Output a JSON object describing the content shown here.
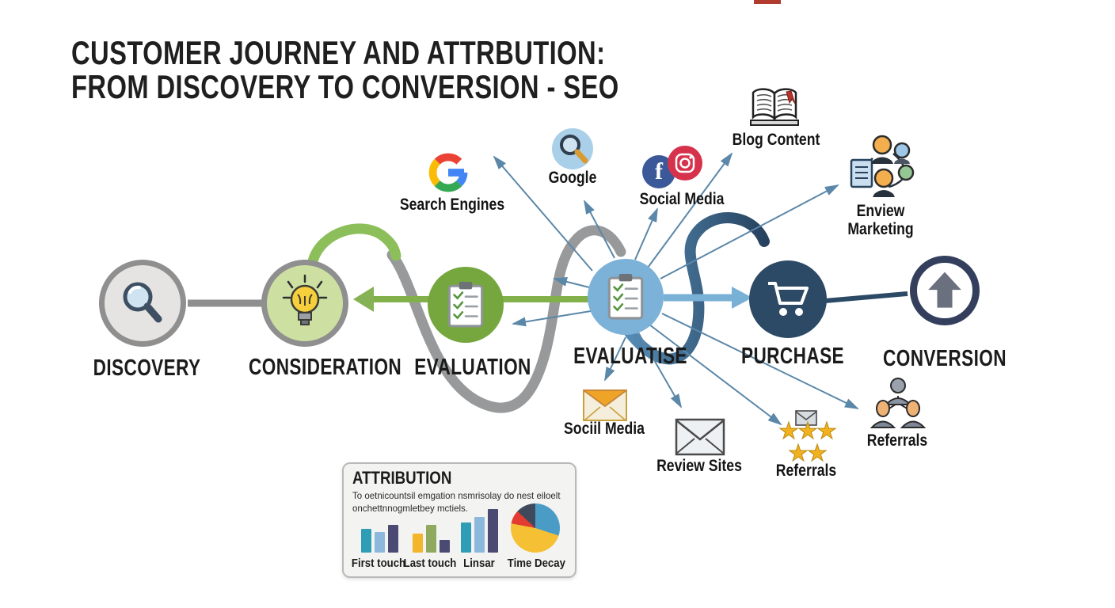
{
  "title": {
    "line1": "CUSTOMER JOURNEY AND ATTRBUTION:",
    "line2": "FROM DISCOVERY TO CONVERSION - SEO"
  },
  "stages": [
    {
      "label": "DISCOVERY",
      "icon": "magnifier-icon"
    },
    {
      "label": "CONSIDERATION",
      "icon": "lightbulb-icon"
    },
    {
      "label": "EVALUATION",
      "icon": "clipboard-icon"
    },
    {
      "label": "EVALUATISE",
      "icon": "clipboard-icon"
    },
    {
      "label": "PURCHASE",
      "icon": "cart-icon"
    },
    {
      "label": "CONVERSION",
      "icon": "up-arrow-icon"
    }
  ],
  "touchpoints": [
    {
      "label": "Search Engines",
      "icon": "google-g-icon"
    },
    {
      "label": "Google",
      "icon": "magnifier-badge-icon"
    },
    {
      "label": "Social Media",
      "icon": "facebook-instagram-icon"
    },
    {
      "label": "Blog Content",
      "icon": "open-book-icon"
    },
    {
      "label": "Enview Marketing",
      "icon": "people-network-icon"
    },
    {
      "label": "Sociil Media",
      "icon": "orange-envelope-icon"
    },
    {
      "label": "Review Sites",
      "icon": "gray-envelope-icon"
    },
    {
      "label": "Referrals",
      "icon": "five-stars-icon"
    },
    {
      "label": "Referrals",
      "icon": "people-group-icon"
    }
  ],
  "social": {
    "facebook_glyph": "f"
  },
  "attribution": {
    "title": "ATTRIBUTION",
    "description_line1": "To oetnicountsil emgation nsmrisolay do nest eiloelt",
    "description_line2": "onchettnnogmletbey mctiels.",
    "models": [
      "First touch",
      "Last touch",
      "Linsar",
      "Time Decay"
    ]
  },
  "chart_data": [
    {
      "type": "bar",
      "label": "First touch",
      "values": [
        30,
        26,
        35
      ],
      "colors": [
        "#2f9db6",
        "#8cb8dc",
        "#4b4a73"
      ]
    },
    {
      "type": "bar",
      "label": "Last touch",
      "values": [
        24,
        35,
        16
      ],
      "colors": [
        "#f2b52b",
        "#8fa95e",
        "#4b4a73"
      ]
    },
    {
      "type": "bar",
      "label": "Linsar",
      "values": [
        38,
        45,
        55
      ],
      "colors": [
        "#2f9db6",
        "#8cb8dc",
        "#4b4a73"
      ]
    },
    {
      "type": "pie",
      "label": "Time Decay",
      "slices": [
        {
          "color": "#4a9cc7",
          "value": 30
        },
        {
          "color": "#f5c033",
          "value": 48
        },
        {
          "color": "#e23b30",
          "value": 9
        },
        {
          "color": "#3e4a5c",
          "value": 13
        }
      ]
    }
  ],
  "colors": {
    "stage_gray": "#8f8f8f",
    "stage_green": "#76a73e",
    "stage_light_green": "#cde0a2",
    "stage_blue": "#7cb1d8",
    "stage_navy": "#2c4a66",
    "arrow_thin": "#5b87a8",
    "green_path": "#82b14c",
    "gray_path": "#97999b",
    "gold": "#f2b21d"
  },
  "stars_row1": "★★★",
  "stars_row2": "★★"
}
